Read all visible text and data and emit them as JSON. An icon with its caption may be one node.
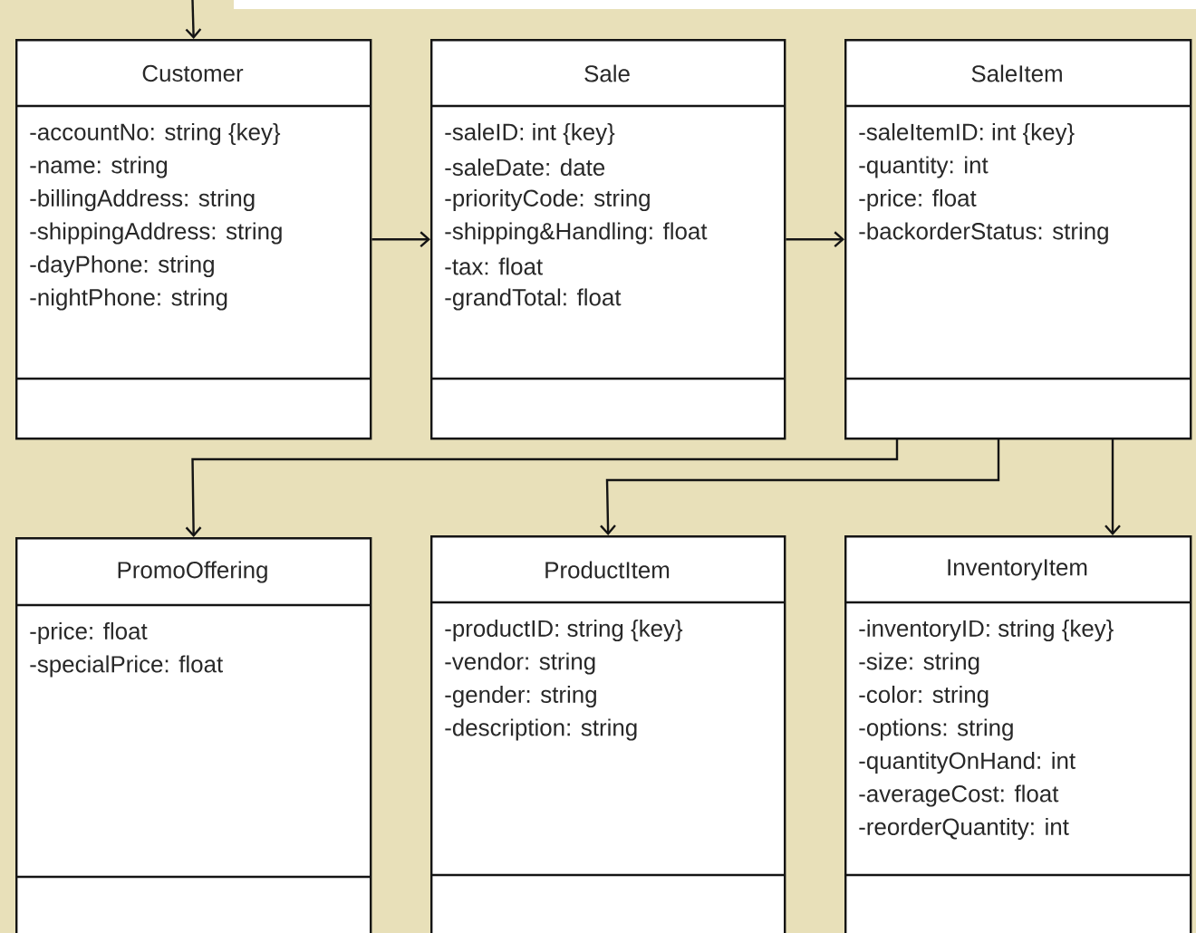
{
  "diagram": {
    "nodes": [
      {
        "text": [
          "Customer",
          "-accountNo: string {key}",
          "-name: string",
          "-billingAddress: string",
          "-shippingAddress: string",
          "-dayPhone: string",
          "-nightPhone: string"
        ]
      },
      {
        "text": [
          "Sale",
          "-saleID: int {key}",
          "-saleDate: date",
          "-priorityCode: string",
          "-shipping&Handling: float",
          "-tax: float",
          "-grandTotal: float"
        ]
      },
      {
        "text": [
          "SaleItem",
          "-saleItemID: int {key}",
          "-quantity: int",
          "-price: float",
          "-backorderStatus: string"
        ]
      },
      {
        "text": [
          "PromoOffering",
          "-price: float",
          "-specialPrice: float"
        ]
      },
      {
        "text": [
          "ProductItem",
          "-productID: string {key}",
          "-vendor: string",
          "-gender: string",
          "-description: string"
        ]
      },
      {
        "text": [
          "InventoryItem",
          "-inventoryID: string {key}",
          "-size: string",
          "-color: string",
          "-options: string",
          "-quantityOnHand: int",
          "-averageCost: float",
          "-reorderQuantity: int"
        ]
      }
    ],
    "edges": [
      {
        "from": null,
        "to": 0,
        "arrow": "to"
      },
      {
        "from": 0,
        "to": 1,
        "arrow": "to"
      },
      {
        "from": 1,
        "to": 2,
        "arrow": "to"
      },
      {
        "from": 2,
        "to": 3,
        "arrow": "to"
      },
      {
        "from": 2,
        "to": 4,
        "arrow": "to"
      },
      {
        "from": 2,
        "to": 5,
        "arrow": "to"
      }
    ]
  }
}
